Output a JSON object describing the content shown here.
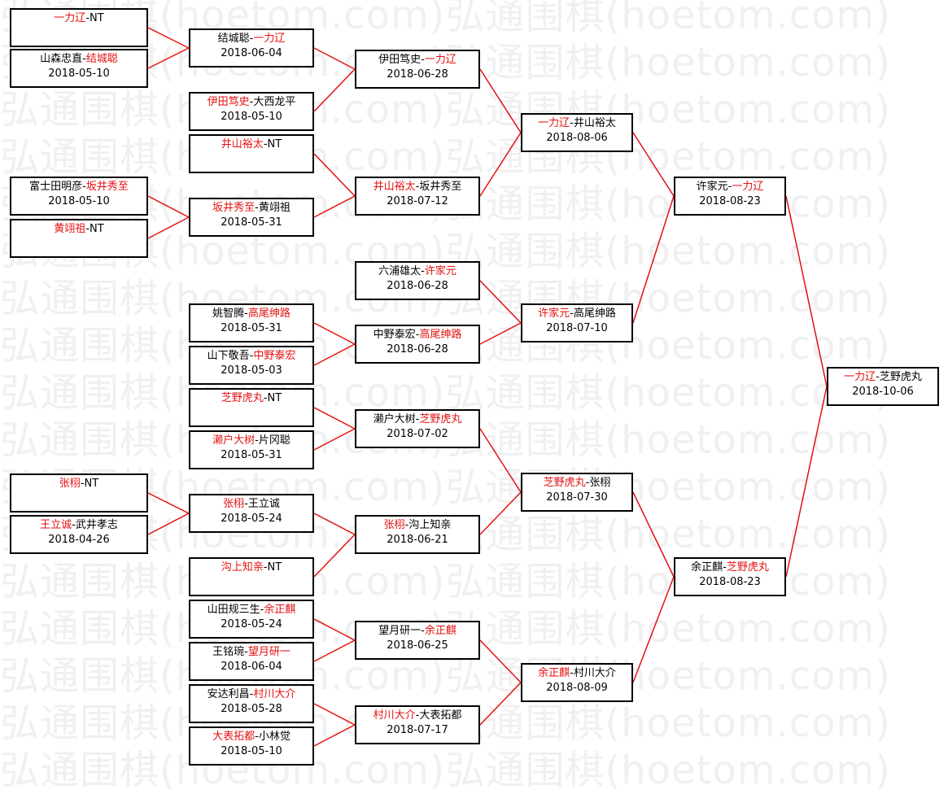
{
  "watermark": "弘通围棋(hoetom.com)弘通围棋(hoetom.com)",
  "colors": {
    "winner": "#e41010",
    "line": "#e41010",
    "border": "#000000"
  },
  "matches": [
    {
      "id": "r1-1",
      "a": "一力辽",
      "b": "NT",
      "date": "",
      "winner": "a"
    },
    {
      "id": "r1-2",
      "a": "山森忠直",
      "b": "结城聪",
      "date": "2018-05-10",
      "winner": "b"
    },
    {
      "id": "r1-3",
      "a": "富士田明彦",
      "b": "坂井秀至",
      "date": "2018-05-10",
      "winner": "b"
    },
    {
      "id": "r1-4",
      "a": "黄翊祖",
      "b": "NT",
      "date": "",
      "winner": "a"
    },
    {
      "id": "r1-5",
      "a": "张栩",
      "b": "NT",
      "date": "",
      "winner": "a"
    },
    {
      "id": "r1-6",
      "a": "王立诚",
      "b": "武井孝志",
      "date": "2018-04-26",
      "winner": "a"
    },
    {
      "id": "r2-1",
      "a": "结城聪",
      "b": "一力辽",
      "date": "2018-06-04",
      "winner": "b"
    },
    {
      "id": "r2-2",
      "a": "伊田笃史",
      "b": "大西龙平",
      "date": "2018-05-10",
      "winner": "a"
    },
    {
      "id": "r2-3",
      "a": "井山裕太",
      "b": "NT",
      "date": "",
      "winner": "a"
    },
    {
      "id": "r2-4",
      "a": "坂井秀至",
      "b": "黄翊祖",
      "date": "2018-05-31",
      "winner": "a"
    },
    {
      "id": "r2-5",
      "a": "姚智腾",
      "b": "高尾绅路",
      "date": "2018-05-31",
      "winner": "b"
    },
    {
      "id": "r2-6",
      "a": "山下敬吾",
      "b": "中野泰宏",
      "date": "2018-05-03",
      "winner": "b"
    },
    {
      "id": "r2-7",
      "a": "芝野虎丸",
      "b": "NT",
      "date": "",
      "winner": "a"
    },
    {
      "id": "r2-8",
      "a": "濑户大树",
      "b": "片冈聪",
      "date": "2018-05-31",
      "winner": "a"
    },
    {
      "id": "r2-9",
      "a": "张栩",
      "b": "王立诚",
      "date": "2018-05-24",
      "winner": "a"
    },
    {
      "id": "r2-10",
      "a": "沟上知亲",
      "b": "NT",
      "date": "",
      "winner": "a"
    },
    {
      "id": "r2-11",
      "a": "山田规三生",
      "b": "余正麒",
      "date": "2018-05-24",
      "winner": "b"
    },
    {
      "id": "r2-12",
      "a": "王铭琬",
      "b": "望月研一",
      "date": "2018-06-04",
      "winner": "b"
    },
    {
      "id": "r2-13",
      "a": "安达利昌",
      "b": "村川大介",
      "date": "2018-05-28",
      "winner": "b"
    },
    {
      "id": "r2-14",
      "a": "大表拓都",
      "b": "小林觉",
      "date": "2018-05-10",
      "winner": "a"
    },
    {
      "id": "r3-1",
      "a": "伊田笃史",
      "b": "一力辽",
      "date": "2018-06-28",
      "winner": "b"
    },
    {
      "id": "r3-2",
      "a": "井山裕太",
      "b": "坂井秀至",
      "date": "2018-07-12",
      "winner": "a"
    },
    {
      "id": "r3-3",
      "a": "六浦雄太",
      "b": "许家元",
      "date": "2018-06-28",
      "winner": "b"
    },
    {
      "id": "r3-4",
      "a": "中野泰宏",
      "b": "高尾绅路",
      "date": "2018-06-28",
      "winner": "b"
    },
    {
      "id": "r3-5",
      "a": "濑户大树",
      "b": "芝野虎丸",
      "date": "2018-07-02",
      "winner": "b"
    },
    {
      "id": "r3-6",
      "a": "张栩",
      "b": "沟上知亲",
      "date": "2018-06-21",
      "winner": "a"
    },
    {
      "id": "r3-7",
      "a": "望月研一",
      "b": "余正麒",
      "date": "2018-06-25",
      "winner": "b"
    },
    {
      "id": "r3-8",
      "a": "村川大介",
      "b": "大表拓都",
      "date": "2018-07-17",
      "winner": "a"
    },
    {
      "id": "r4-1",
      "a": "一力辽",
      "b": "井山裕太",
      "date": "2018-08-06",
      "winner": "a"
    },
    {
      "id": "r4-2",
      "a": "许家元",
      "b": "高尾绅路",
      "date": "2018-07-10",
      "winner": "a"
    },
    {
      "id": "r4-3",
      "a": "芝野虎丸",
      "b": "张栩",
      "date": "2018-07-30",
      "winner": "a"
    },
    {
      "id": "r4-4",
      "a": "余正麒",
      "b": "村川大介",
      "date": "2018-08-09",
      "winner": "a"
    },
    {
      "id": "r5-1",
      "a": "许家元",
      "b": "一力辽",
      "date": "2018-08-23",
      "winner": "b"
    },
    {
      "id": "r5-2",
      "a": "余正麒",
      "b": "芝野虎丸",
      "date": "2018-08-23",
      "winner": "b"
    },
    {
      "id": "final",
      "a": "一力辽",
      "b": "芝野虎丸",
      "date": "2018-10-06",
      "winner": "a"
    }
  ]
}
